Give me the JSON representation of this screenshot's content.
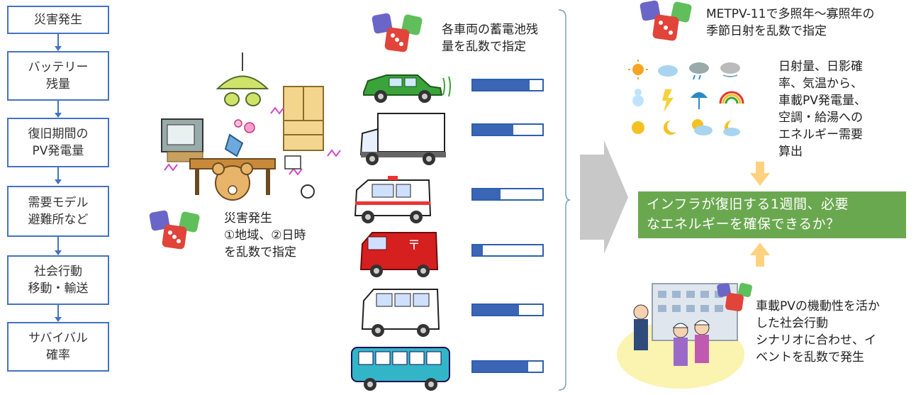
{
  "flowchart": {
    "steps": [
      "災害発生",
      "バッテリー\n残量",
      "復旧期間の\nPV発電量",
      "需要モデル\n避難所など",
      "社会行動\n移動・輸送",
      "サバイバル\n確率"
    ]
  },
  "disaster": {
    "caption": "災害発生\n①地域、②日時\nを乱数で指定"
  },
  "vehicles": {
    "caption": "各車両の蓄電池残\n量を乱数で指定",
    "battery_levels": [
      0.82,
      0.58,
      0.4,
      0.14,
      0.66,
      0.8
    ]
  },
  "weather": {
    "caption_top": "METPV-11で多照年～寡照年の\n季節日射を乱数で指定",
    "caption_right": "日射量、日影確\n率、気温から、\n車載PV発電量、\n空調・給湯への\nエネルギー需要\n算出"
  },
  "goal": {
    "text": "インフラが復旧する1週間、必要\nなエネルギーを確保できるか？"
  },
  "social": {
    "caption": "車載PVの機動性を活か\nした社会行動\nシナリオに合わせ、イ\nベントを乱数で発生"
  },
  "colors": {
    "flow_border": "#4472c4",
    "battery_fill": "#3b65b5",
    "goal_green": "#6aa84f",
    "arrow_yellow": "#ffd27f",
    "big_arrow_gray": "#c8c8c8"
  }
}
